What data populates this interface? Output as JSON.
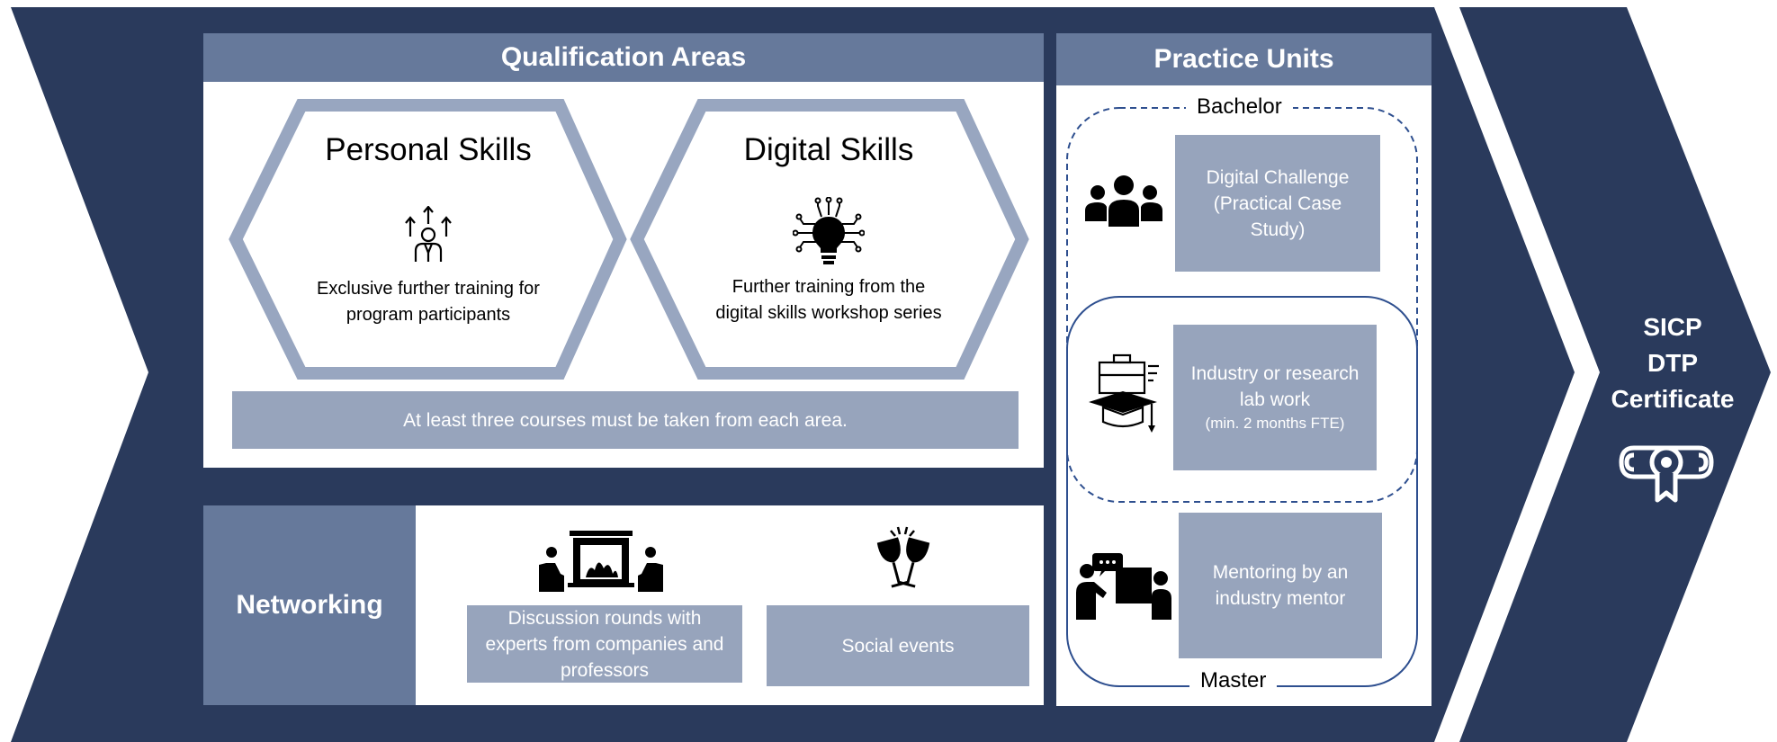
{
  "colors": {
    "dark_navy": "#2a3a5c",
    "header_blue": "#66799b",
    "box_gray": "#97a4bc",
    "hex_border": "#98a6c0",
    "outline_blue": "#2e4f8f"
  },
  "qualification": {
    "header": "Qualification Areas",
    "personal": {
      "title": "Personal Skills",
      "text": "Exclusive further training for program participants",
      "icon": "person-growth-icon"
    },
    "digital": {
      "title": "Digital Skills",
      "text": "Further training from the digital skills workshop series",
      "icon": "circuit-bulb-icon"
    },
    "requirement": "At least three courses must be taken from each area."
  },
  "networking": {
    "label": "Networking",
    "discussion": "Discussion rounds with experts from companies and professors",
    "social": "Social events",
    "discussion_icon": "fireplace-chat-icon",
    "social_icon": "wine-glasses-icon"
  },
  "practice": {
    "header": "Practice Units",
    "bachelor_label": "Bachelor",
    "master_label": "Master",
    "digital_challenge": "Digital Challenge (Practical Case Study)",
    "lab_work": "Industry or research lab work",
    "lab_work_note": "(min. 2 months FTE)",
    "mentoring": "Mentoring by an industry mentor",
    "icons": [
      "team-icon",
      "briefcase-graduate-icon",
      "mentor-presentation-icon"
    ]
  },
  "certificate": {
    "line1": "SICP",
    "line2": "DTP",
    "line3": "Certificate",
    "icon": "certificate-scroll-icon"
  }
}
